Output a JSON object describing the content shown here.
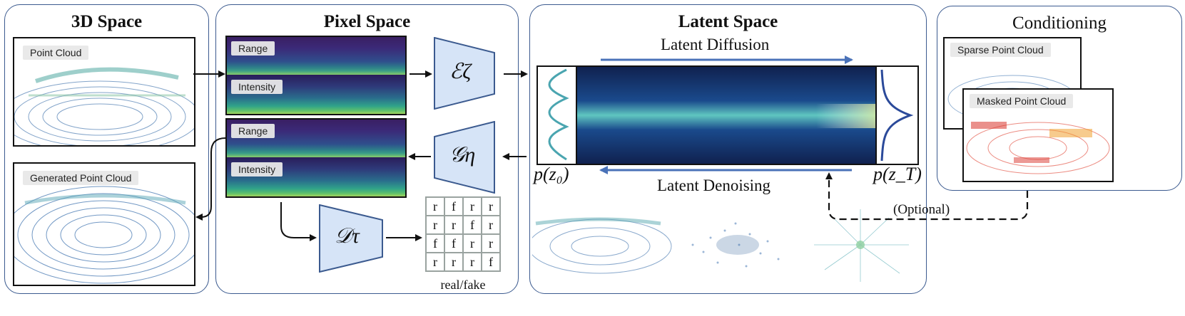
{
  "panels": {
    "space3d": {
      "title": "3D Space"
    },
    "pixel": {
      "title": "Pixel Space"
    },
    "latent": {
      "title": "Latent Space"
    },
    "conditioning": {
      "title": "Conditioning"
    }
  },
  "space3d": {
    "point_cloud_tag": "Point Cloud",
    "generated_tag": "Generated Point Cloud"
  },
  "pixel": {
    "range_tag_top": "Range",
    "intensity_tag_top": "Intensity",
    "range_tag_bottom": "Range",
    "intensity_tag_bottom": "Intensity",
    "encoder_label": "ℰζ",
    "generator_label": "𝒢η",
    "discriminator_label": "𝒟τ",
    "grid": [
      [
        "r",
        "f",
        "r",
        "r"
      ],
      [
        "r",
        "r",
        "f",
        "r"
      ],
      [
        "f",
        "f",
        "r",
        "r"
      ],
      [
        "r",
        "r",
        "r",
        "f"
      ]
    ],
    "grid_caption": "real/fake"
  },
  "latent": {
    "diffusion_label": "Latent Diffusion",
    "denoising_label": "Latent Denoising",
    "p_z0": "p(z₀)",
    "p_zT": "p(z_T)",
    "optional_label": "(Optional)"
  },
  "conditioning": {
    "sparse_tag": "Sparse Point Cloud",
    "masked_tag": "Masked Point Cloud"
  },
  "colors": {
    "panel_border": "#3b5a8f",
    "arrow_blue": "#4a72b8",
    "net_fill": "#d6e4f7",
    "net_stroke": "#3b5a8f"
  }
}
